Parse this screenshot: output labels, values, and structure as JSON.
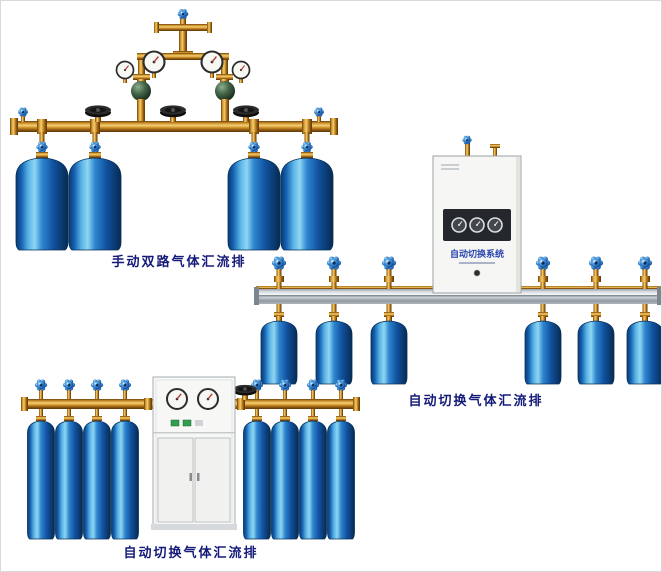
{
  "page": {
    "background": "#ffffff",
    "border_color": "#d9d9d9"
  },
  "colors": {
    "caption_color": "#141a78",
    "brass": "#c88a20",
    "cylinder_blue": "#1a64b4",
    "knob_blue": "#2f86d2",
    "rail_silver": "#c6ccd1",
    "cabinet_white": "#f6f6f4",
    "regulator_green": "#3f5f3f",
    "handwheel_black": "#222222"
  },
  "products": [
    {
      "id": "manual-dual-manifold",
      "caption": "手动双路气体汇流排",
      "cylinder_count": 4,
      "gauge_count": 4,
      "handwheel_count": 3
    },
    {
      "id": "auto-switch-wall-manifold",
      "caption": "自动切换气体汇流排",
      "cabinet_label": "自动切换系统",
      "cylinder_count": 6,
      "gauge_count": 3
    },
    {
      "id": "auto-switch-floor-manifold",
      "caption": "自动切换气体汇流排",
      "cylinder_count": 8,
      "gauge_count": 2
    }
  ]
}
